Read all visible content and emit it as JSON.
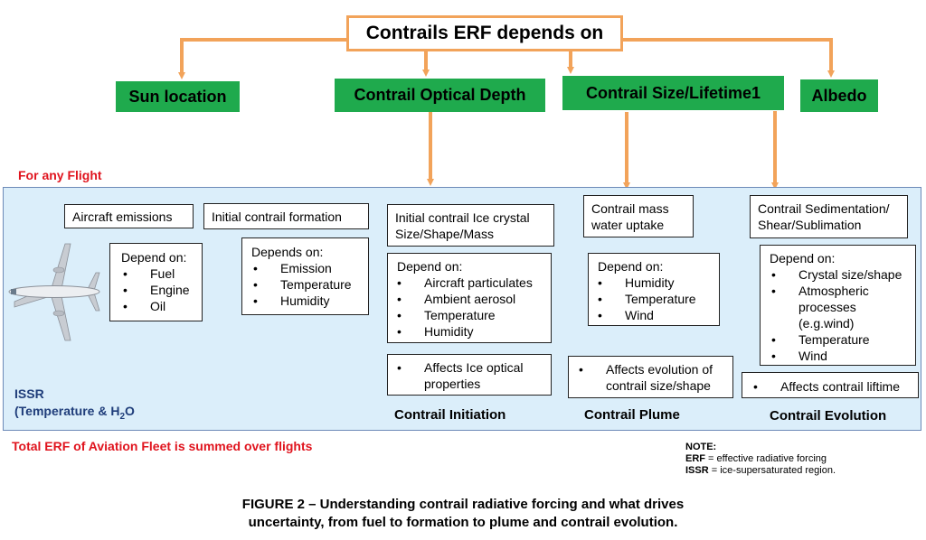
{
  "root": {
    "title": "Contrails ERF depends on"
  },
  "factors": {
    "sun": "Sun location",
    "optical_depth": "Contrail Optical Depth",
    "size_lifetime": "Contrail Size/Lifetime1",
    "albedo": "Albedo"
  },
  "labels": {
    "for_any_flight": "For any Flight",
    "total_erf": "Total ERF of Aviation Fleet is summed over flights"
  },
  "emissions": {
    "title": "Aircraft emissions",
    "depend_title": "Depend on:",
    "items": [
      "Fuel",
      "Engine",
      "Oil"
    ]
  },
  "formation": {
    "title": "Initial contrail formation",
    "depend_title": "Depends on:",
    "items": [
      "Emission",
      "Temperature",
      "Humidity"
    ]
  },
  "initiation": {
    "title_line1": "Initial contrail Ice crystal",
    "title_line2": "Size/Shape/Mass",
    "depend_title": "Depend on:",
    "items": [
      "Aircraft particulates",
      "Ambient aerosol",
      "Temperature",
      "Humidity"
    ],
    "affects_line1": "Affects Ice optical",
    "affects_line2": "properties",
    "section": "Contrail Initiation"
  },
  "plume": {
    "title_line1": "Contrail mass",
    "title_line2": "water uptake",
    "depend_title": "Depend on:",
    "items": [
      "Humidity",
      "Temperature",
      "Wind"
    ],
    "affects_line1": "Affects evolution of",
    "affects_line2": "contrail size/shape",
    "section": "Contrail Plume"
  },
  "evolution": {
    "title_line1": "Contrail Sedimentation/",
    "title_line2": "Shear/Sublimation",
    "depend_title": "Depend on:",
    "item_crystal": "Crystal size/shape",
    "item_atmos_line1": "Atmospheric",
    "item_atmos_line2": "processes",
    "item_atmos_line3": "(e.g.wind)",
    "item_temp": "Temperature",
    "item_wind": "Wind",
    "affects": "Affects contrail liftime",
    "section": "Contrail Evolution"
  },
  "issr": {
    "line1": "ISSR",
    "line2_prefix": "(Temperature & H",
    "line2_sub": "2",
    "line2_suffix": "O"
  },
  "note": {
    "title": "NOTE:",
    "erf_key": "ERF",
    "erf_def": " = effective radiative forcing",
    "issr_key": "ISSR",
    "issr_def": " = ice-supersaturated region."
  },
  "caption": {
    "line1": "FIGURE 2 – Understanding contrail radiative forcing and what drives",
    "line2": "uncertainty, from fuel to formation to plume and contrail evolution."
  },
  "colors": {
    "arrow": "#f2a35a",
    "green": "#1faa4d",
    "panel": "#dbeefa",
    "red": "#e0141e",
    "issr_text": "#1f3d7a"
  }
}
